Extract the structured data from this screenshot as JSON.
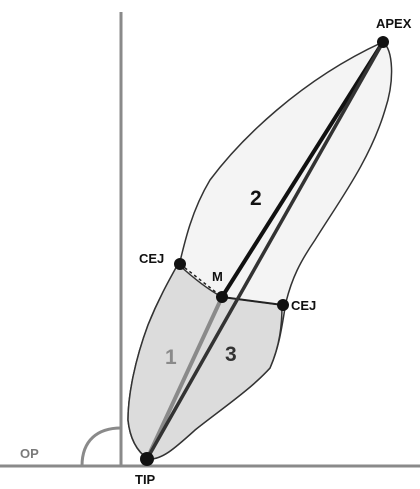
{
  "labels": {
    "apex": "APEX",
    "cej_upper": "CEJ",
    "cej_lower": "CEJ",
    "m": "M",
    "tip": "TIP",
    "op": "OP",
    "axis_1": "1",
    "axis_2": "2",
    "axis_3": "3"
  },
  "colors": {
    "background": "#ffffff",
    "reference_lines": "#8a8a8a",
    "root_fill": "#f4f4f4",
    "crown_fill": "#dcdcdc",
    "outline": "#333333",
    "axis_1": "#8a8a8a",
    "axis_2": "#111111",
    "axis_3": "#333333",
    "points": "#111111"
  }
}
